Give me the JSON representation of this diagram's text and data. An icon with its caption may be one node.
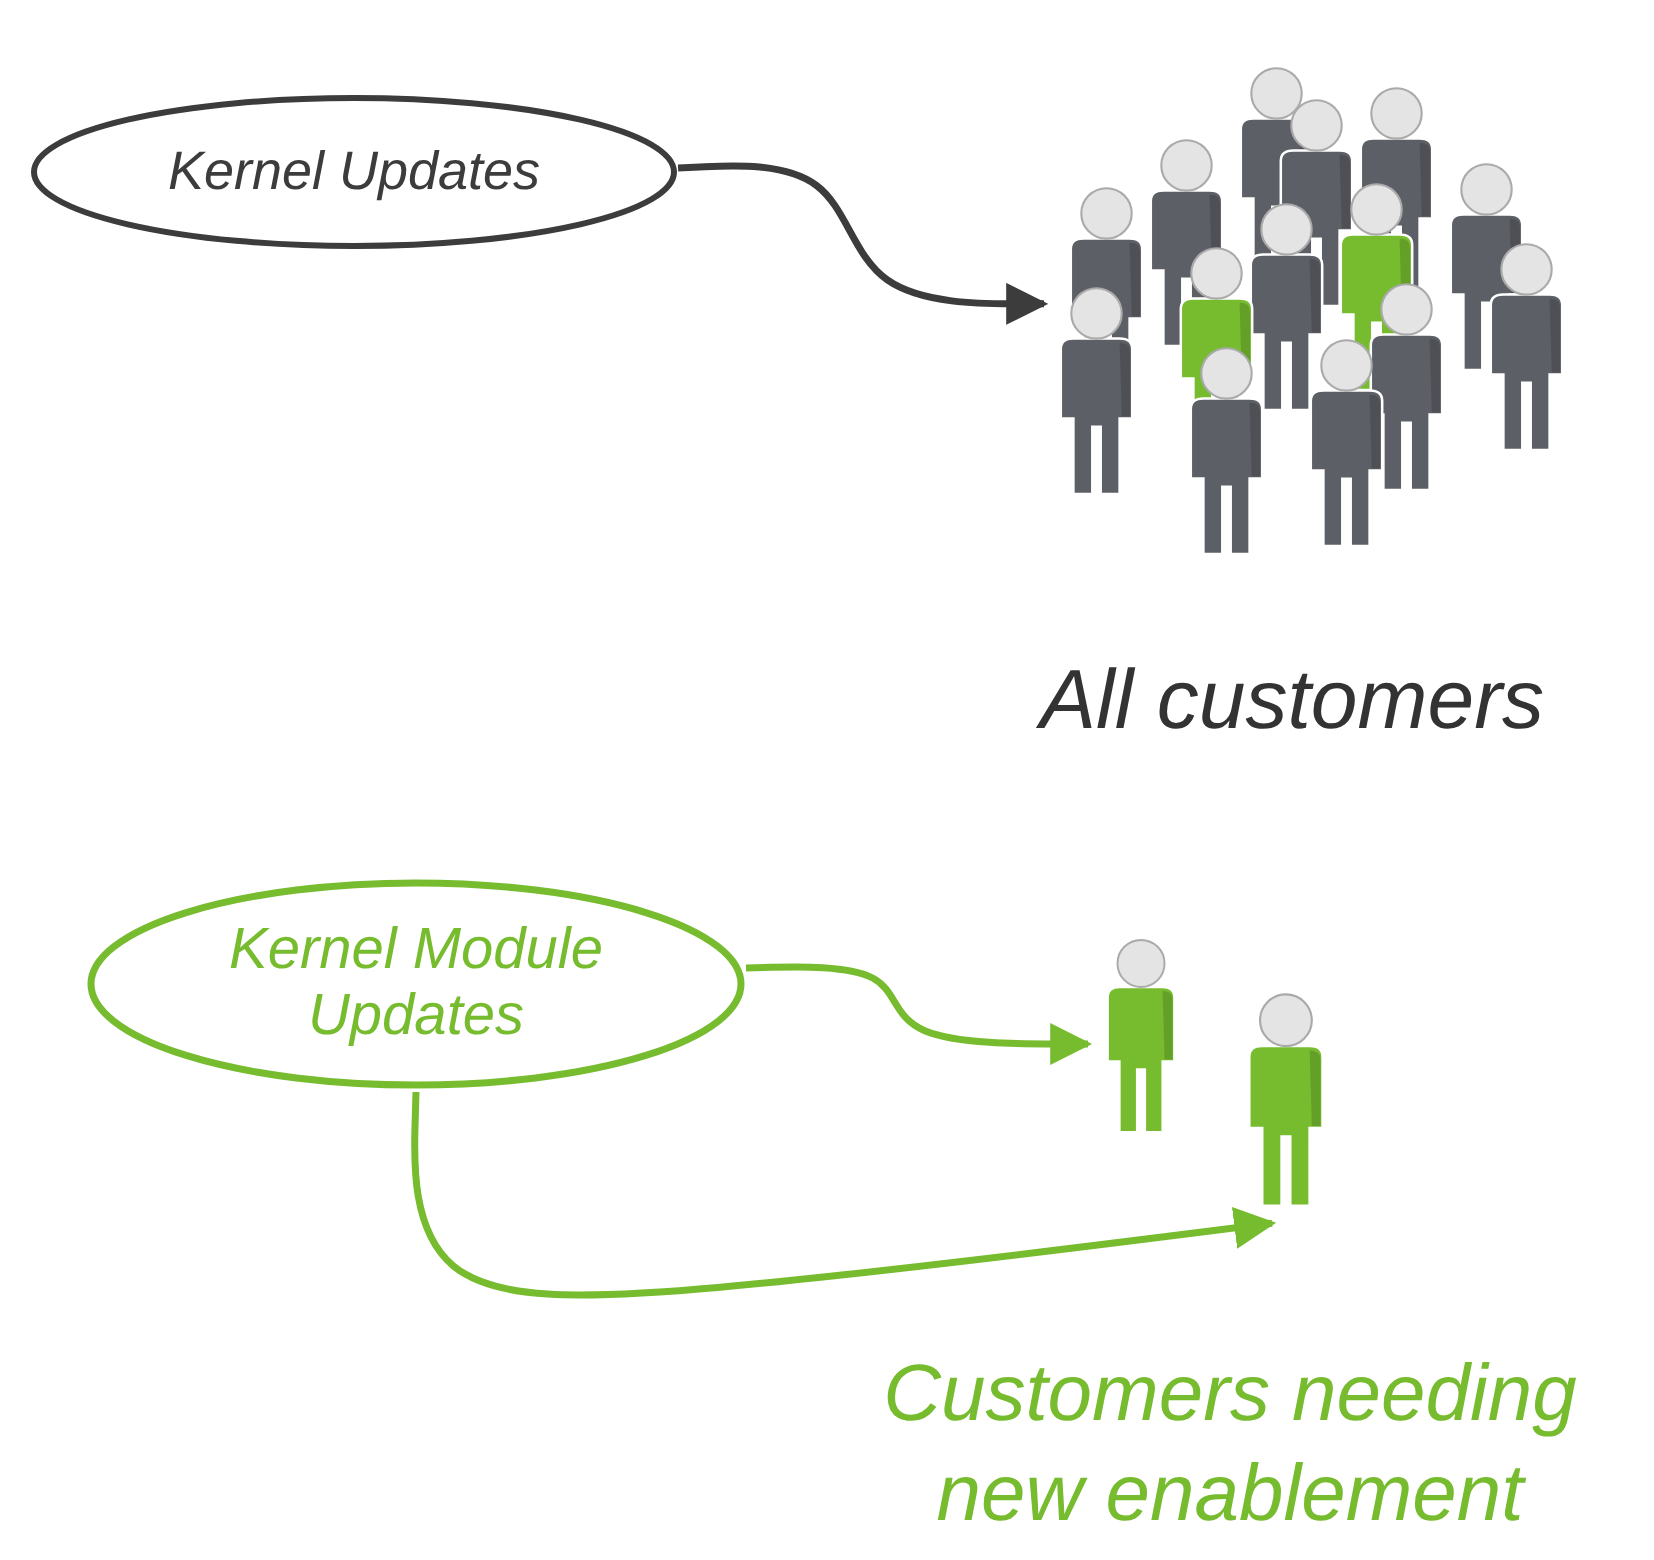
{
  "diagram": {
    "nodes": [
      {
        "text": [
          "Kernel Updates"
        ]
      },
      {
        "text": [],
        "shape": "picture",
        "beside": [
          "All customers"
        ]
      },
      {
        "text": [
          "Kernel Module Updates"
        ]
      },
      {
        "text": [],
        "shape": "person"
      },
      {
        "text": [],
        "shape": "person"
      }
    ],
    "edges": [
      {
        "from": 0,
        "to": 1,
        "arrow": "to",
        "color": "#3c3c3c"
      },
      {
        "from": 2,
        "to": 3,
        "arrow": "to"
      },
      {
        "from": 2,
        "to": 4,
        "arrow": "to"
      }
    ],
    "labels": [
      "Customers needing new enablement"
    ]
  }
}
